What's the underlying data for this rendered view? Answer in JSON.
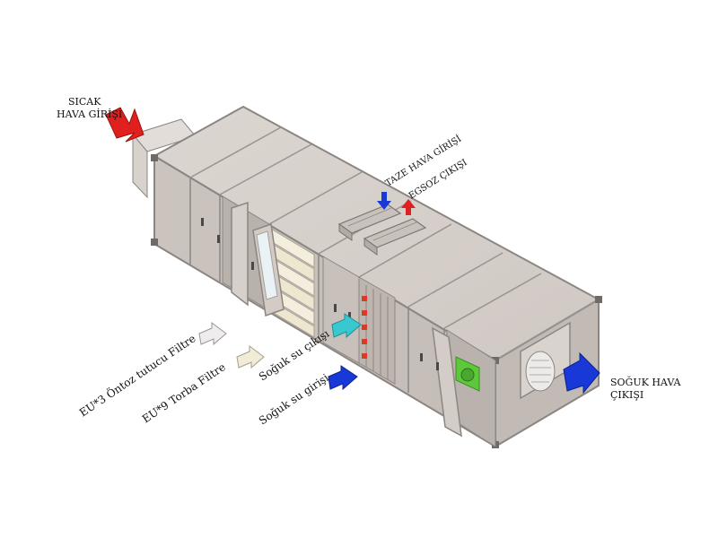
{
  "labels": {
    "hot_air_inlet_line1": "SICAK",
    "hot_air_inlet_line2": "HAVA GİRİŞİ",
    "fresh_air_inlet": "TAZE HAVA GİRİŞİ",
    "exhaust_outlet": "EGSOZ ÇIKIŞI",
    "prefilter": "EU*3 Öntoz tutucu Filtre",
    "bag_filter": "EU*9  Torba Filtre",
    "cold_water_outlet": "Soğuk su çıkışı",
    "cold_water_inlet": "Soğuk su girişi",
    "cold_air_outlet_line1": "SOĞUK HAVA",
    "cold_air_outlet_line2": "ÇIKIŞI"
  },
  "colors": {
    "casing_top": "#d6d0cb",
    "casing_front": "#ccc5c0",
    "casing_side": "#c3bbb5",
    "frame": "#8c8682",
    "hot_arrow": "#e0201e",
    "cold_arrow": "#1838d8",
    "water_out_arrow": "#39c8d0",
    "filter_arrow": "#efecee",
    "bag_filter_arrow": "#f1ecd8",
    "fan_green": "#5cc83a",
    "coil_red": "#d83a2a"
  }
}
